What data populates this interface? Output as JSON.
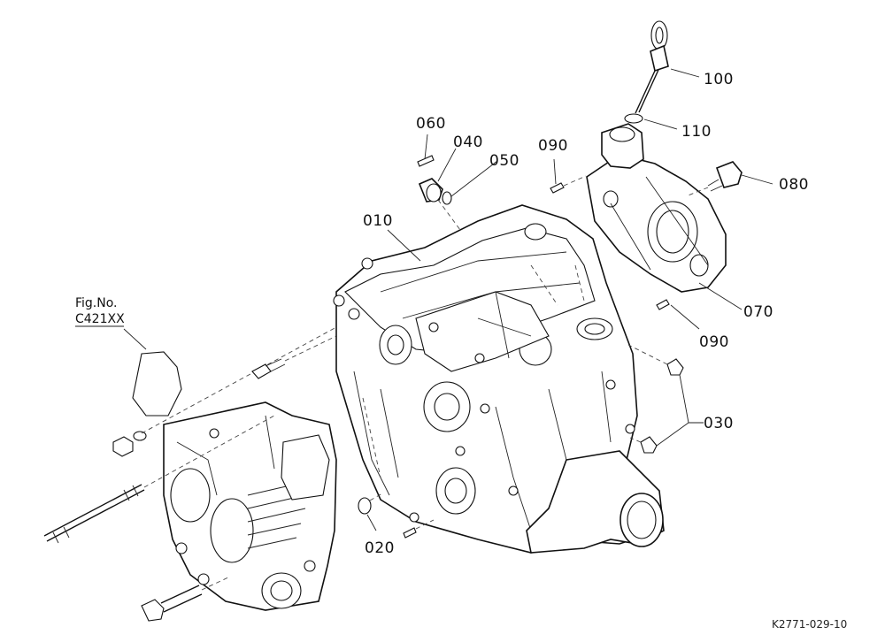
{
  "drawing_id": "K2771-029-10",
  "reference": {
    "line1": "Fig.No.",
    "line2": "C421XX"
  },
  "callouts": [
    {
      "id": "010",
      "text": "010"
    },
    {
      "id": "020",
      "text": "020"
    },
    {
      "id": "030",
      "text": "030"
    },
    {
      "id": "040",
      "text": "040"
    },
    {
      "id": "050",
      "text": "050"
    },
    {
      "id": "060",
      "text": "060"
    },
    {
      "id": "070",
      "text": "070"
    },
    {
      "id": "080",
      "text": "080"
    },
    {
      "id": "090a",
      "text": "090"
    },
    {
      "id": "090b",
      "text": "090"
    },
    {
      "id": "100",
      "text": "100"
    },
    {
      "id": "110",
      "text": "110"
    }
  ]
}
